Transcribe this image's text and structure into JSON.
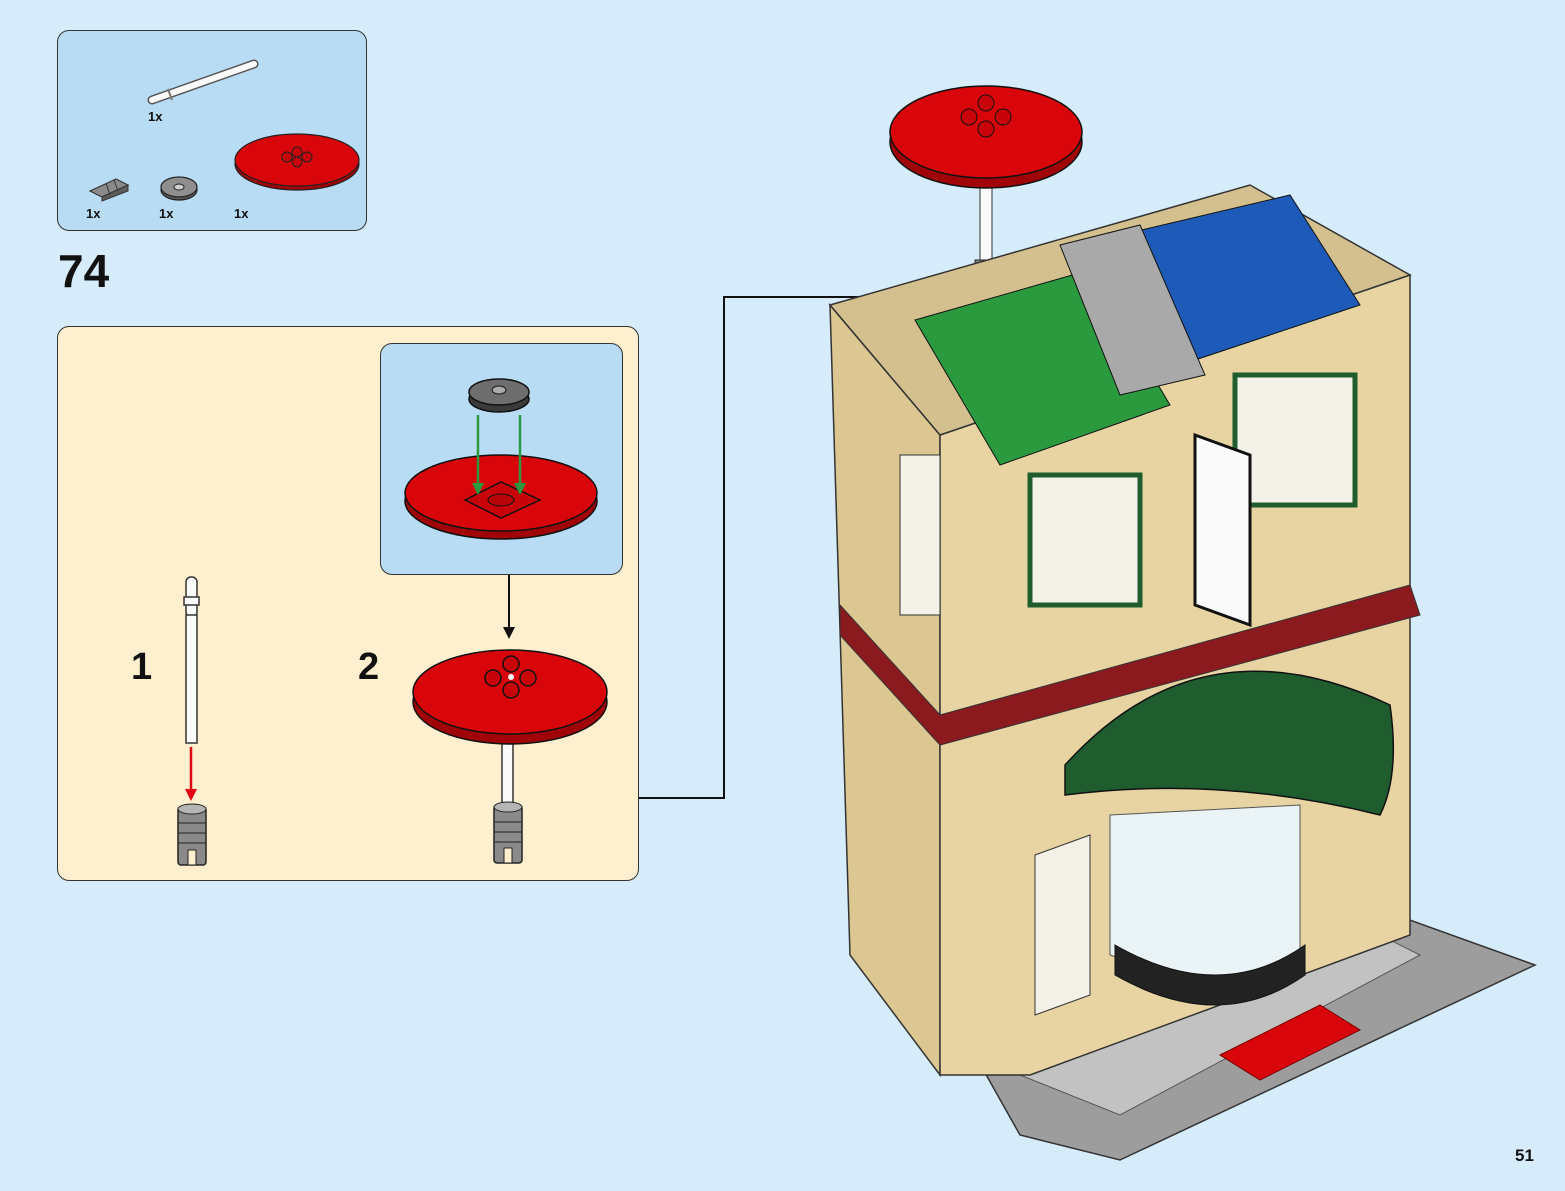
{
  "parts_list": {
    "items": [
      {
        "part": "white-bar",
        "quantity": "1x"
      },
      {
        "part": "gray-connector",
        "quantity": "1x"
      },
      {
        "part": "gray-round-plate",
        "quantity": "1x"
      },
      {
        "part": "red-dish",
        "quantity": "1x"
      }
    ]
  },
  "step": {
    "number": "74"
  },
  "sub_steps": [
    {
      "label": "1"
    },
    {
      "label": "2"
    }
  ],
  "page": {
    "number": "51"
  },
  "colors": {
    "background": "#d6ecfb",
    "parts_panel": "#b9dcf5",
    "step_panel": "#fef0cf",
    "red_part": "#d8050b",
    "arrow_green": "#2b9a3f",
    "arrow_red": "#e30613"
  },
  "icons": [
    "white-bar-icon",
    "gray-connector-icon",
    "gray-round-plate-icon",
    "red-dish-icon",
    "hotel-model-icon"
  ]
}
